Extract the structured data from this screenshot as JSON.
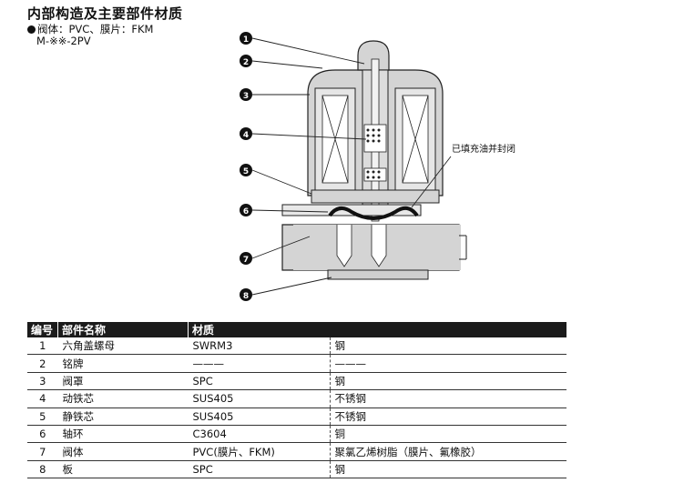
{
  "header": {
    "title": "内部构造及主要部件材质",
    "subtitle": "阀体：PVC、膜片：FKM",
    "model": "M-※※-2PV"
  },
  "diagram": {
    "callouts": [
      "1",
      "2",
      "3",
      "4",
      "5",
      "6",
      "7",
      "8"
    ],
    "annotation": "已填充油并封闭"
  },
  "table": {
    "headers": [
      "编号",
      "部件名称",
      "材质"
    ],
    "rows": [
      {
        "num": "1",
        "name": "六角盖螺母",
        "material": "SWRM3",
        "note": "钢"
      },
      {
        "num": "2",
        "name": "铭牌",
        "material": "———",
        "note": "———"
      },
      {
        "num": "3",
        "name": "阀罩",
        "material": "SPC",
        "note": "钢"
      },
      {
        "num": "4",
        "name": "动铁芯",
        "material": "SUS405",
        "note": "不锈钢"
      },
      {
        "num": "5",
        "name": "静铁芯",
        "material": "SUS405",
        "note": "不锈钢"
      },
      {
        "num": "6",
        "name": "轴环",
        "material": "C3604",
        "note": "铜"
      },
      {
        "num": "7",
        "name": "阀体",
        "material": "PVC(膜片、FKM)",
        "note": "聚氯乙烯树脂（膜片、氟橡胶）"
      },
      {
        "num": "8",
        "name": "板",
        "material": "SPC",
        "note": "钢"
      }
    ]
  }
}
